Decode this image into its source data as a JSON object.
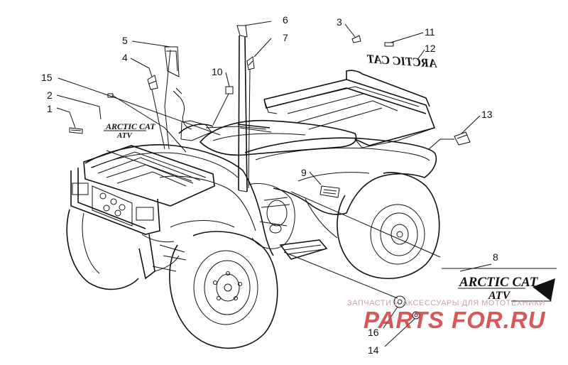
{
  "callouts": [
    "1",
    "2",
    "3",
    "4",
    "5",
    "6",
    "7",
    "8",
    "9",
    "10",
    "11",
    "12",
    "13",
    "14",
    "15",
    "16"
  ],
  "decal_brand": {
    "line1": "ARCTIC CAT",
    "line2": "ATV"
  },
  "mirrored_brand": "ARCTIC CAT",
  "watermark": {
    "caption": "ЗАПЧАСТИ И АКСЕССУАРЫ ДЛЯ МОТОТЕХНИКИ",
    "logo": "PARTS FOR.RU"
  }
}
